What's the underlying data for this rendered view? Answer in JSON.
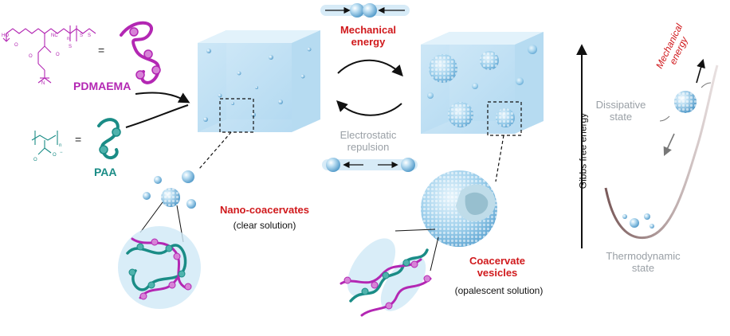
{
  "figure": {
    "polymer1": {
      "name": "PDMAEMA",
      "equals": "="
    },
    "polymer2": {
      "name": "PAA",
      "equals": "="
    },
    "mechanical": {
      "line1": "Mechanical",
      "line2": "energy"
    },
    "electrostatic": {
      "line1": "Electrostatic",
      "line2": "repulsion"
    },
    "nano": {
      "title": "Nano-coacervates",
      "subtitle": "(clear solution)"
    },
    "vesicles": {
      "line1": "Coacervate",
      "line2": "vesicles",
      "subtitle": "(opalescent solution)"
    },
    "energy_axis": "Gibbs free energy",
    "dissipative": {
      "line1": "Dissipative",
      "line2": "state"
    },
    "thermo": {
      "line1": "Thermodynamic",
      "line2": "state"
    },
    "curve_label": {
      "line1": "Mechanical",
      "line2": "energy"
    },
    "colors": {
      "purple": "#b327b3",
      "teal": "#1a8c86",
      "red": "#d0191c",
      "sphere": "#8ec5e6"
    }
  }
}
